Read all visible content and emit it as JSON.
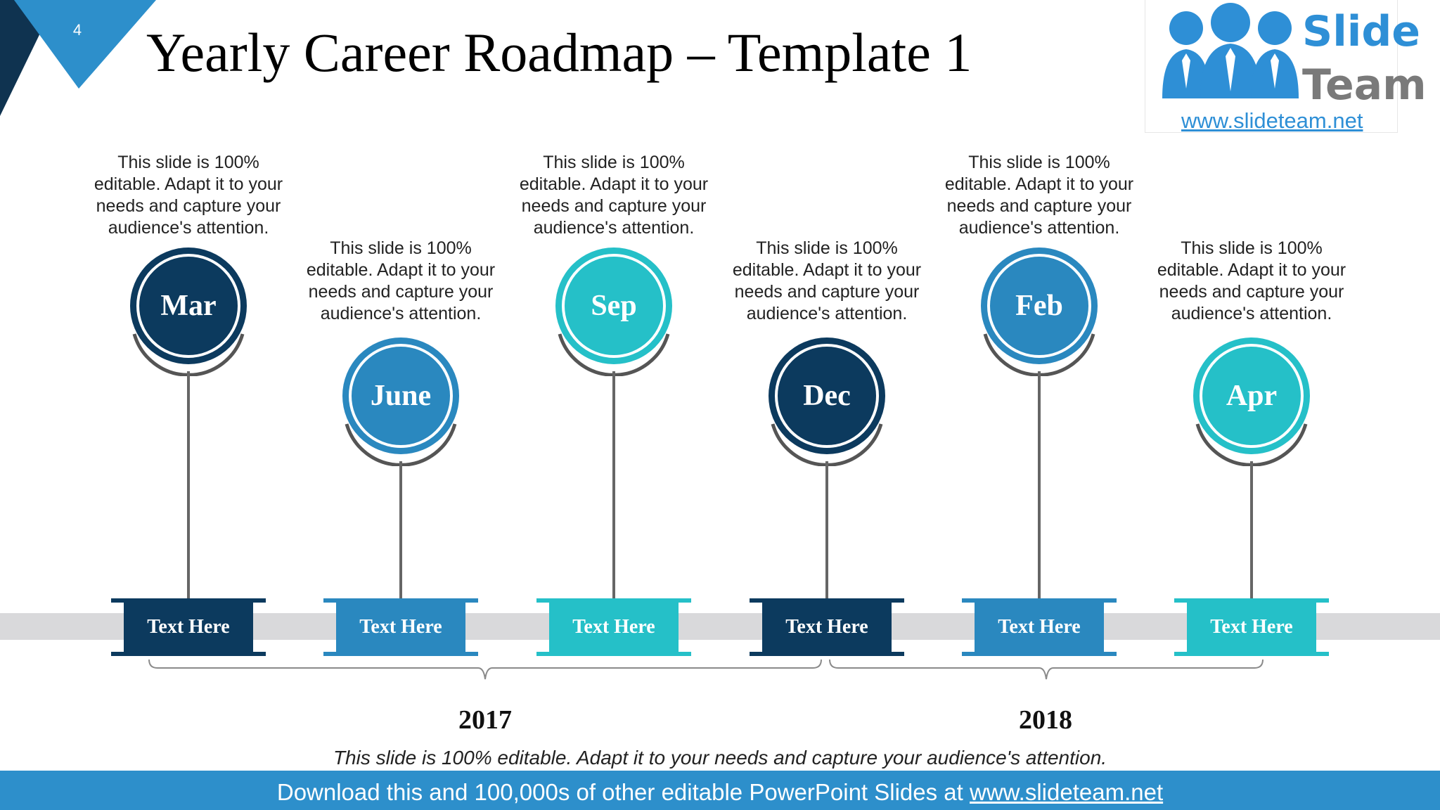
{
  "slide_number": "4",
  "title": "Yearly Career Roadmap – Template 1",
  "logo": {
    "word1": "Slide",
    "word2": "Team",
    "url": "www.slideteam.net"
  },
  "colors": {
    "navy": "#0c3a5e",
    "blue": "#2a88bf",
    "teal": "#25c0c8",
    "track": "#d9d9db"
  },
  "milestones": [
    {
      "month": "Mar",
      "label": "Text Here",
      "desc": "This slide is 100% editable. Adapt it to your needs and capture your audience's attention.",
      "color": "navy"
    },
    {
      "month": "June",
      "label": "Text Here",
      "desc": "This slide is 100% editable. Adapt it to your needs and capture your audience's attention.",
      "color": "blue"
    },
    {
      "month": "Sep",
      "label": "Text Here",
      "desc": "This slide is 100% editable. Adapt it to your needs and capture your audience's attention.",
      "color": "teal"
    },
    {
      "month": "Dec",
      "label": "Text Here",
      "desc": "This slide is 100% editable. Adapt it to your needs and capture your audience's attention.",
      "color": "navy"
    },
    {
      "month": "Feb",
      "label": "Text Here",
      "desc": "This slide is 100% editable. Adapt it to your needs and capture your audience's attention.",
      "color": "blue"
    },
    {
      "month": "Apr",
      "label": "Text Here",
      "desc": "This slide is 100% editable. Adapt it to your needs and capture your audience's attention.",
      "color": "teal"
    }
  ],
  "years": [
    "2017",
    "2018"
  ],
  "footer_note": "This slide is 100% editable. Adapt it to your needs and capture your audience's attention.",
  "footer": {
    "text": "Download this and 100,000s of other editable PowerPoint Slides at ",
    "link": "www.slideteam.net"
  }
}
